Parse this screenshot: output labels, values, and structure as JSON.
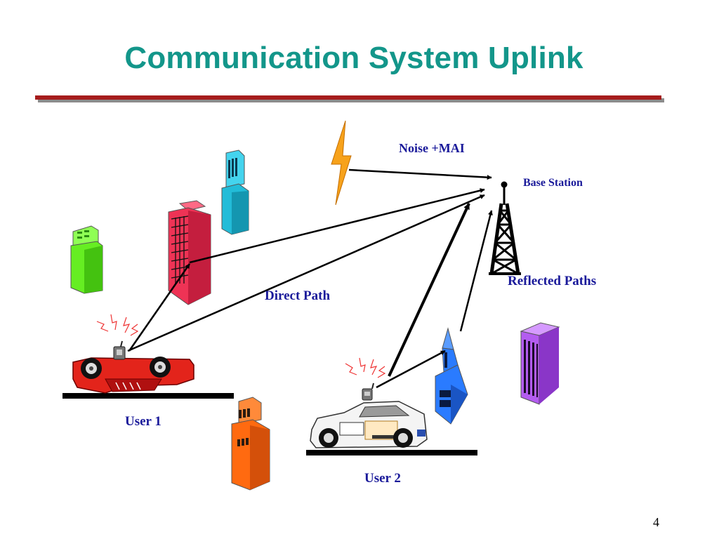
{
  "slide": {
    "title": "Communication System Uplink",
    "page_number": "4"
  },
  "labels": {
    "noise": "Noise +MAI",
    "base_station": "Base Station",
    "reflected_paths": "Reflected Paths",
    "direct_path": "Direct Path",
    "user1": "User 1",
    "user2": "User 2"
  },
  "colors": {
    "title": "#13968a",
    "rule": "#a61c1c",
    "label_text": "#1a1a9a",
    "lightning": "#f7a21b",
    "building_green": "#66ee22",
    "building_cyan": "#22bcd8",
    "building_red": "#ee3355",
    "building_orange": "#ff6a10",
    "building_blue": "#2a7bff",
    "building_purple": "#b35cf0",
    "car_user1": "#e3241b"
  },
  "icons": {
    "base_station": "radio-tower-icon",
    "noise_source": "lightning-bolt-icon",
    "user1_vehicle": "overturned-red-car-icon",
    "user2_vehicle": "white-race-car-icon",
    "signal_emission": "signal-burst-icon"
  }
}
